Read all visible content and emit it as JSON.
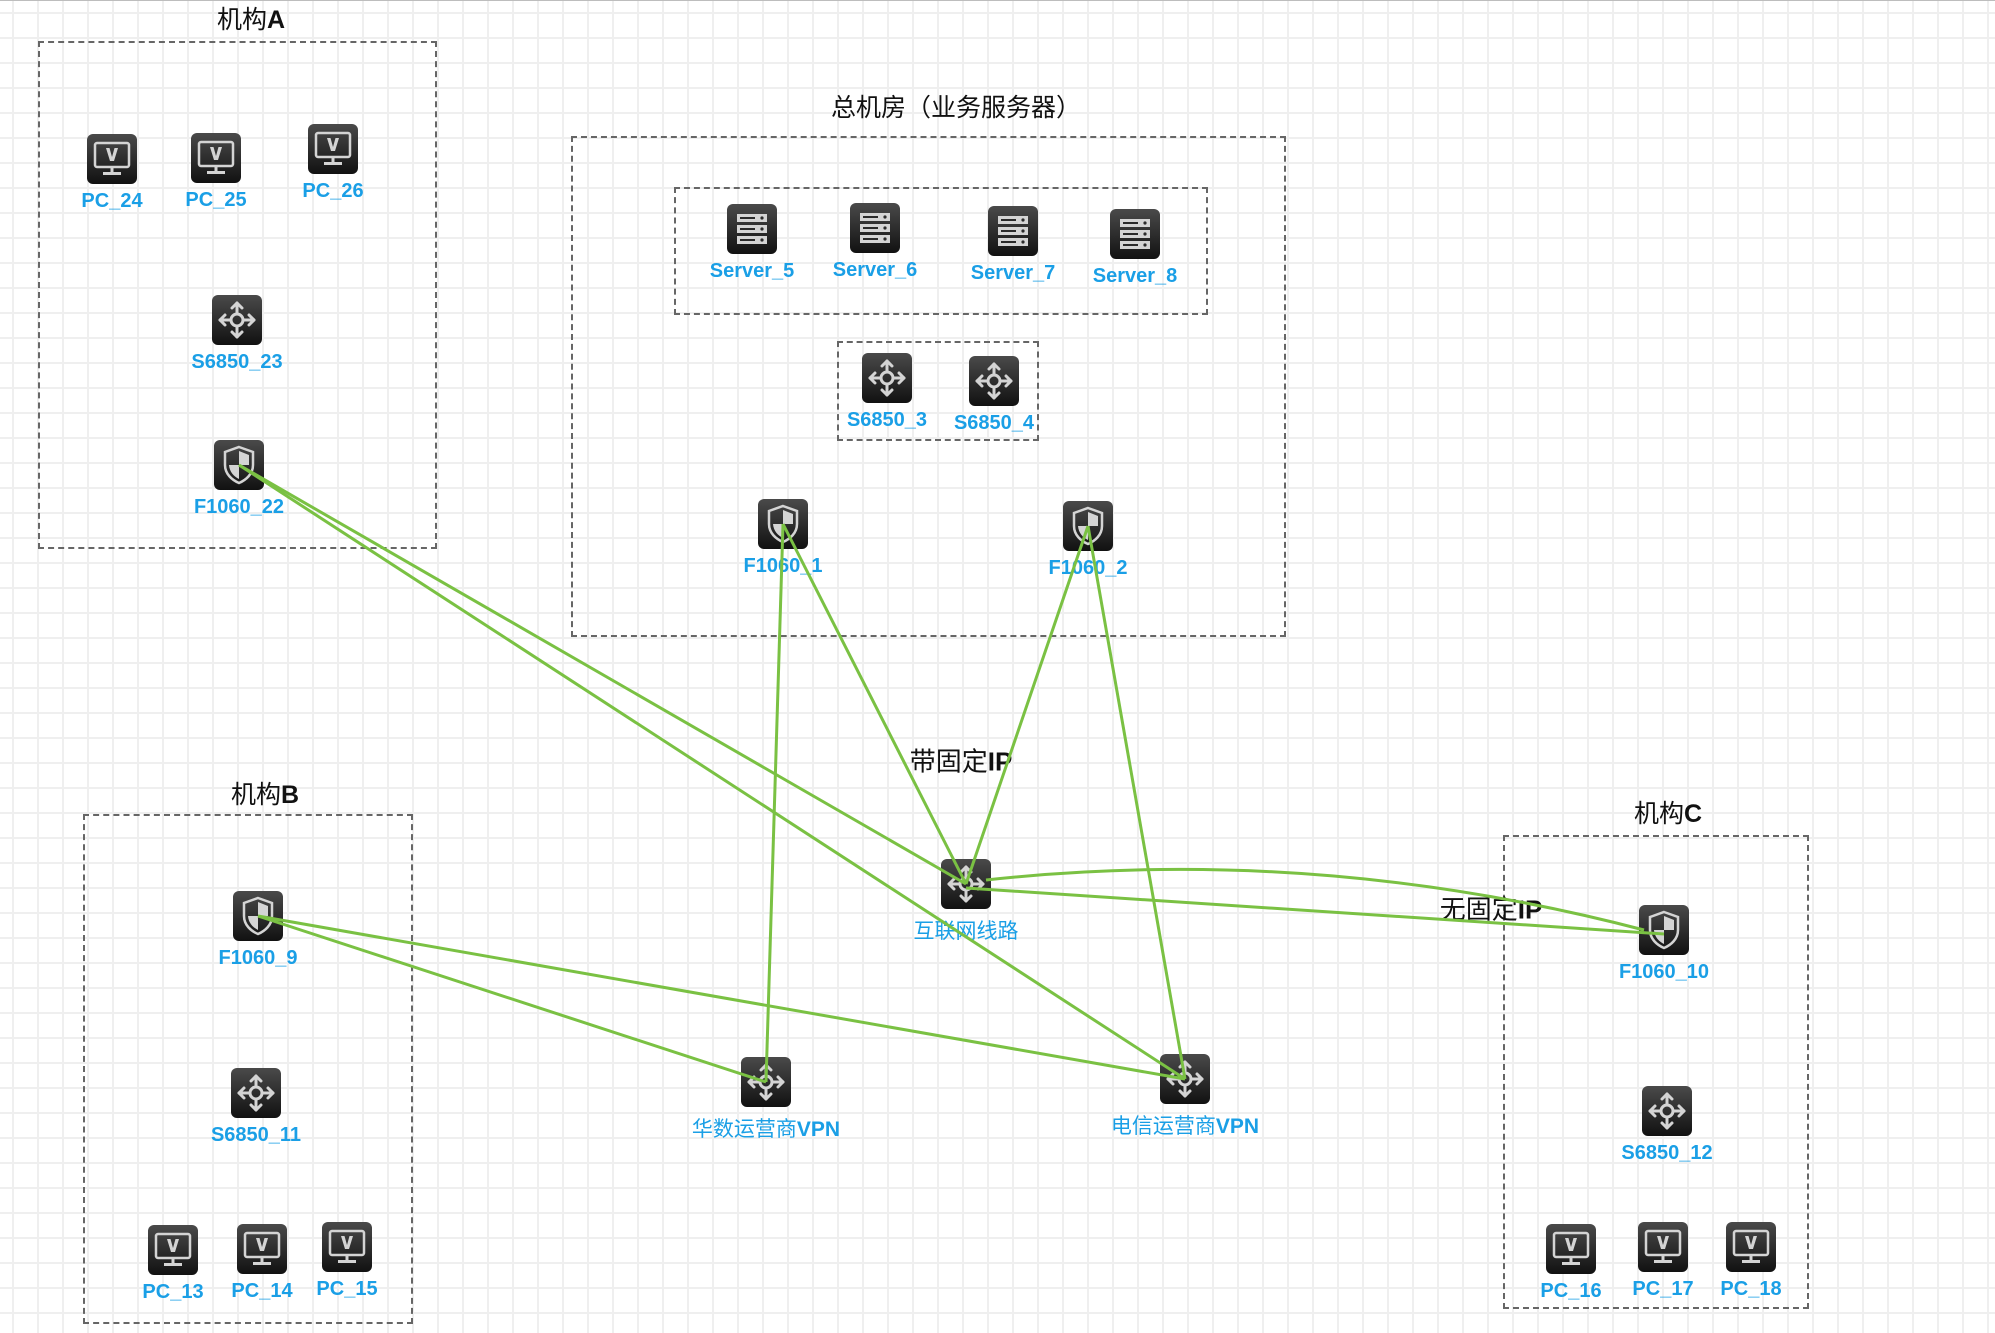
{
  "colors": {
    "label": "#1a9fe6",
    "link": "#7ac143",
    "group_border": "#666666",
    "grid": "#efefef"
  },
  "groups": [
    {
      "id": "org-a",
      "title_cn": "机构",
      "title_lat": "A"
    },
    {
      "id": "hq",
      "title_cn": "总机房（业务服务器）",
      "title_lat": ""
    },
    {
      "id": "servers",
      "title_cn": "",
      "title_lat": ""
    },
    {
      "id": "core-switches",
      "title_cn": "",
      "title_lat": ""
    },
    {
      "id": "org-b",
      "title_cn": "机构",
      "title_lat": "B"
    },
    {
      "id": "org-c",
      "title_cn": "机构",
      "title_lat": "C"
    }
  ],
  "nodes": {
    "pc_24": {
      "label": "PC_24",
      "type": "pc-icon"
    },
    "pc_25": {
      "label": "PC_25",
      "type": "pc-icon"
    },
    "pc_26": {
      "label": "PC_26",
      "type": "pc-icon"
    },
    "s6850_23": {
      "label": "S6850_23",
      "type": "switch-icon"
    },
    "f1060_22": {
      "label": "F1060_22",
      "type": "firewall-icon"
    },
    "server_5": {
      "label": "Server_5",
      "type": "server-icon"
    },
    "server_6": {
      "label": "Server_6",
      "type": "server-icon"
    },
    "server_7": {
      "label": "Server_7",
      "type": "server-icon"
    },
    "server_8": {
      "label": "Server_8",
      "type": "server-icon"
    },
    "s6850_3": {
      "label": "S6850_3",
      "type": "switch-icon"
    },
    "s6850_4": {
      "label": "S6850_4",
      "type": "switch-icon"
    },
    "f1060_1": {
      "label": "F1060_1",
      "type": "firewall-icon"
    },
    "f1060_2": {
      "label": "F1060_2",
      "type": "firewall-icon"
    },
    "internet": {
      "label": "互联网线路",
      "type": "switch-icon"
    },
    "f1060_9": {
      "label": "F1060_9",
      "type": "firewall-icon"
    },
    "s6850_11": {
      "label": "S6850_11",
      "type": "switch-icon"
    },
    "pc_13": {
      "label": "PC_13",
      "type": "pc-icon"
    },
    "pc_14": {
      "label": "PC_14",
      "type": "pc-icon"
    },
    "pc_15": {
      "label": "PC_15",
      "type": "pc-icon"
    },
    "huashu_vpn": {
      "label_cn": "华数运营商",
      "label_lat": "VPN",
      "type": "switch-icon"
    },
    "telecom_vpn": {
      "label_cn": "电信运营商",
      "label_lat": "VPN",
      "type": "switch-icon"
    },
    "f1060_10": {
      "label": "F1060_10",
      "type": "firewall-icon"
    },
    "s6850_12": {
      "label": "S6850_12",
      "type": "switch-icon"
    },
    "pc_16": {
      "label": "PC_16",
      "type": "pc-icon"
    },
    "pc_17": {
      "label": "PC_17",
      "type": "pc-icon"
    },
    "pc_18": {
      "label": "PC_18",
      "type": "pc-icon"
    }
  },
  "links": [
    {
      "from": "f1060_22",
      "to": "internet"
    },
    {
      "from": "f1060_22",
      "to": "telecom_vpn"
    },
    {
      "from": "f1060_1",
      "to": "huashu_vpn"
    },
    {
      "from": "f1060_1",
      "to": "internet"
    },
    {
      "from": "f1060_2",
      "to": "internet"
    },
    {
      "from": "f1060_2",
      "to": "telecom_vpn"
    },
    {
      "from": "f1060_9",
      "to": "telecom_vpn"
    },
    {
      "from": "f1060_9",
      "to": "huashu_vpn"
    },
    {
      "from": "internet",
      "to": "f1060_10",
      "curved": true
    },
    {
      "from": "internet",
      "to": "f1060_10",
      "curved": false
    }
  ],
  "link_labels": {
    "fixed_ip": {
      "cn": "带固定",
      "lat": "IP"
    },
    "no_fixed_ip": {
      "cn": "无固定",
      "lat": "IP"
    }
  }
}
